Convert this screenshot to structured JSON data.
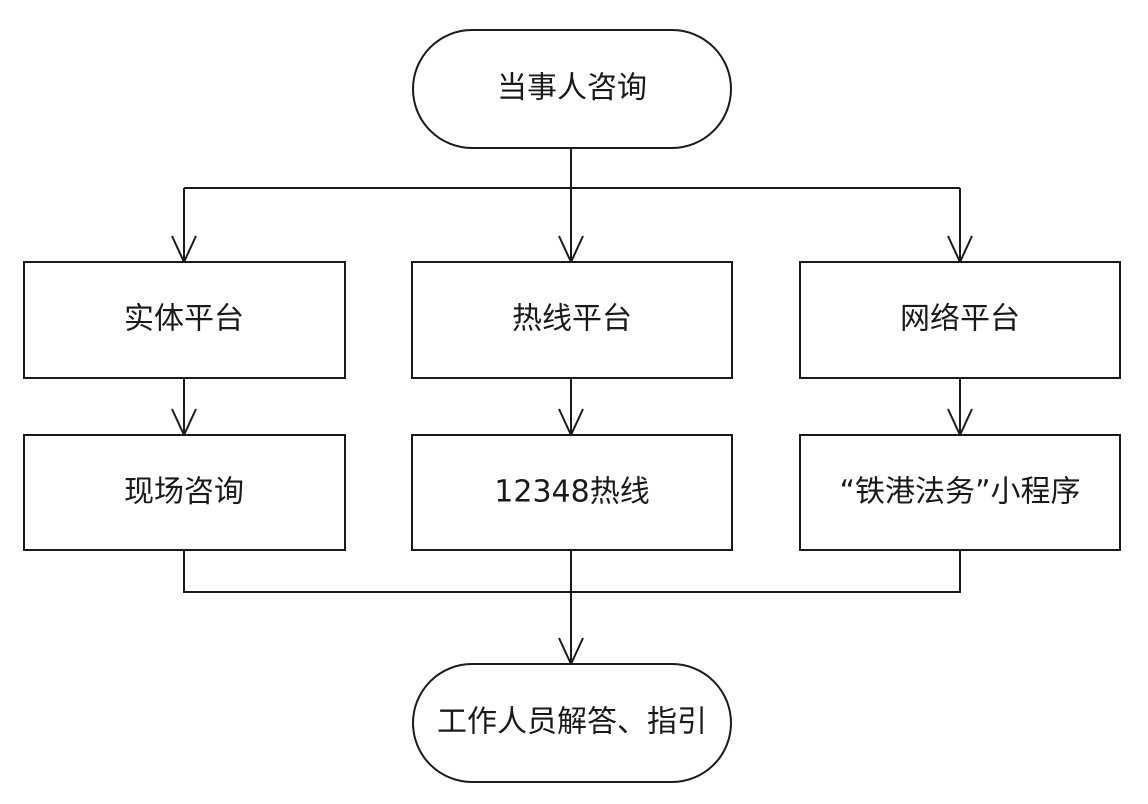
{
  "diagram": {
    "nodes": {
      "start": {
        "label": "当事人咨询",
        "shape": "terminal"
      },
      "physical_platform": {
        "label": "实体平台",
        "shape": "process"
      },
      "hotline_platform": {
        "label": "热线平台",
        "shape": "process"
      },
      "online_platform": {
        "label": "网络平台",
        "shape": "process"
      },
      "onsite_consult": {
        "label": "现场咨询",
        "shape": "process"
      },
      "hotline_12348": {
        "label": "12348热线",
        "shape": "process"
      },
      "mini_program": {
        "label": "“铁港法务”小程序",
        "shape": "process"
      },
      "end": {
        "label": "工作人员解答、指引",
        "shape": "terminal"
      }
    },
    "edges": [
      {
        "from": "start",
        "to": "physical_platform"
      },
      {
        "from": "start",
        "to": "hotline_platform"
      },
      {
        "from": "start",
        "to": "online_platform"
      },
      {
        "from": "physical_platform",
        "to": "onsite_consult"
      },
      {
        "from": "hotline_platform",
        "to": "hotline_12348"
      },
      {
        "from": "online_platform",
        "to": "mini_program"
      },
      {
        "from": "onsite_consult",
        "to": "end"
      },
      {
        "from": "hotline_12348",
        "to": "end"
      },
      {
        "from": "mini_program",
        "to": "end"
      }
    ],
    "colors": {
      "stroke": "#1a1a1a",
      "fill": "#ffffff",
      "text": "#1a1a1a"
    }
  }
}
